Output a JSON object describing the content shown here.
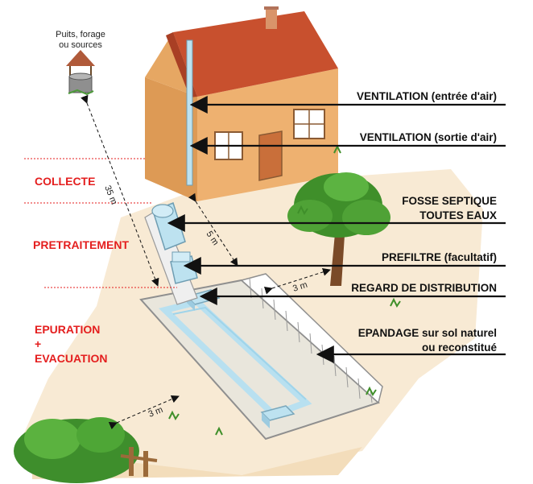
{
  "well": {
    "label_line1": "Puits, forage",
    "label_line2": "ou sources"
  },
  "stages": {
    "collecte": "COLLECTE",
    "pretraitement": "PRETRAITEMENT",
    "epuration": "EPURATION",
    "plus": "+",
    "evacuation": "EVACUATION"
  },
  "callouts": {
    "ventilation_in": "VENTILATION (entrée d'air)",
    "ventilation_out": "VENTILATION (sortie d'air)",
    "fosse_line1": "FOSSE SEPTIQUE",
    "fosse_line2": "TOUTES EAUX",
    "prefiltre": "PREFILTRE (facultatif)",
    "regard": "REGARD DE DISTRIBUTION",
    "epandage_line1": "EPANDAGE sur sol naturel",
    "epandage_line2": "ou reconstitué"
  },
  "distances": {
    "well": "35 m",
    "house": "5 m",
    "tree": "3 m",
    "hedge": "3 m"
  },
  "colors": {
    "stage_text": "#e41e1e",
    "roof": "#c8502e",
    "wall": "#e8a860",
    "ground": "#f6e6cc",
    "pipe": "#b8e0f0",
    "tree": "#3f8f2a"
  }
}
